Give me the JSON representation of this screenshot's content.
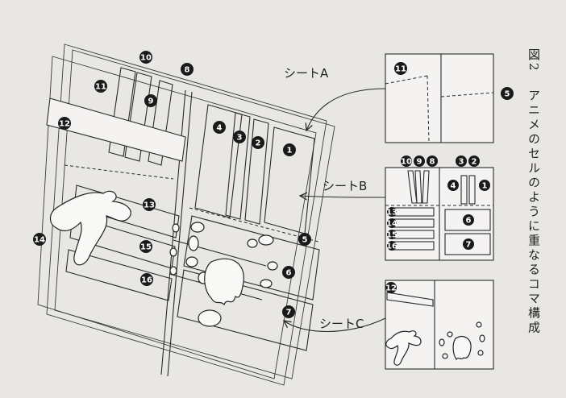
{
  "caption": {
    "figure_number": "図2",
    "text": "アニメのセルのように重なるコマ構成"
  },
  "sheets": {
    "a": "シートA",
    "b": "シートB",
    "c": "シートC"
  },
  "panel_numbers": {
    "n1": "1",
    "n2": "2",
    "n3": "3",
    "n4": "4",
    "n5": "5",
    "n6": "6",
    "n7": "7",
    "n8": "8",
    "n9": "9",
    "n10": "10",
    "n11": "11",
    "n12": "12",
    "n13": "13",
    "n14": "14",
    "n15": "15",
    "n16": "16"
  }
}
